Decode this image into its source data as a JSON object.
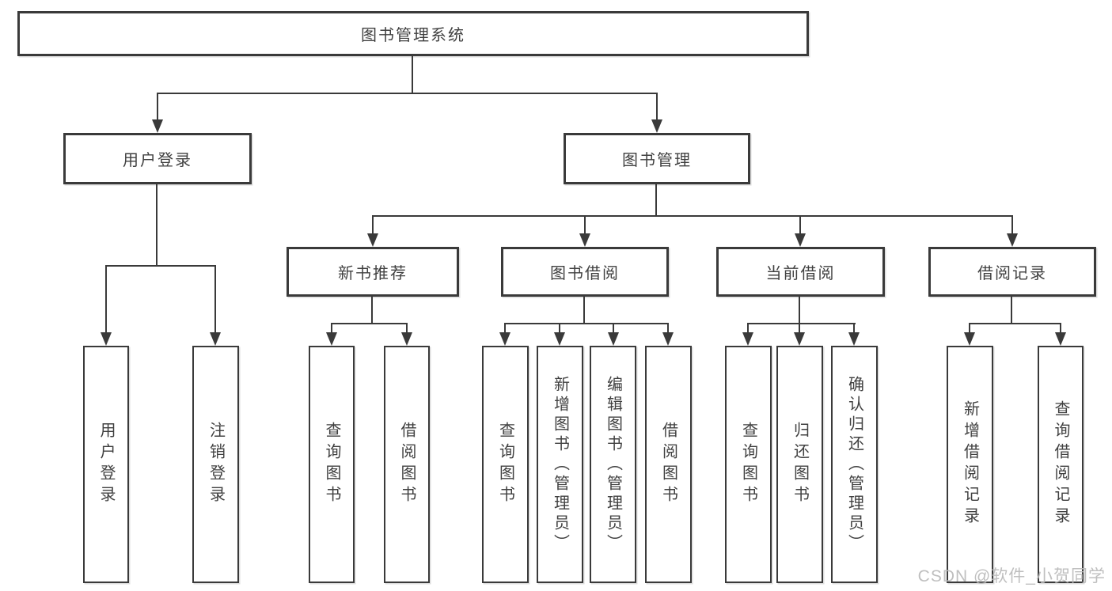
{
  "colors": {
    "line": "#3a3a3a",
    "text": "#404040",
    "box_background": "#ffffff",
    "watermark": "#bababa",
    "page_background": "#ffffff"
  },
  "watermark": {
    "text": "CSDN @软件_小贺同学"
  },
  "diagram": {
    "root": {
      "label": "图书管理系统"
    },
    "level2": {
      "user_login": {
        "label": "用户登录"
      },
      "book_mgmt": {
        "label": "图书管理"
      }
    },
    "level3": {
      "new_book_rec": {
        "label": "新书推荐"
      },
      "book_borrow": {
        "label": "图书借阅"
      },
      "current_borrow": {
        "label": "当前借阅"
      },
      "borrow_records": {
        "label": "借阅记录"
      }
    },
    "leaves": {
      "user_login": {
        "label": "用户登录"
      },
      "logout": {
        "label": "注销登录"
      },
      "rec_query_book": {
        "label": "查询图书"
      },
      "rec_borrow_book": {
        "label": "借阅图书"
      },
      "bb_query_book": {
        "label": "查询图书"
      },
      "bb_add_book": {
        "label": "新增图书（管理员）"
      },
      "bb_edit_book": {
        "label": "编辑图书（管理员）"
      },
      "bb_borrow_book": {
        "label": "借阅图书"
      },
      "cb_query_book": {
        "label": "查询图书"
      },
      "cb_return_book": {
        "label": "归还图书"
      },
      "cb_confirm_return": {
        "label": "确认归还（管理员）"
      },
      "br_add_record": {
        "label": "新增借阅记录"
      },
      "br_query_record": {
        "label": "查询借阅记录"
      }
    }
  }
}
